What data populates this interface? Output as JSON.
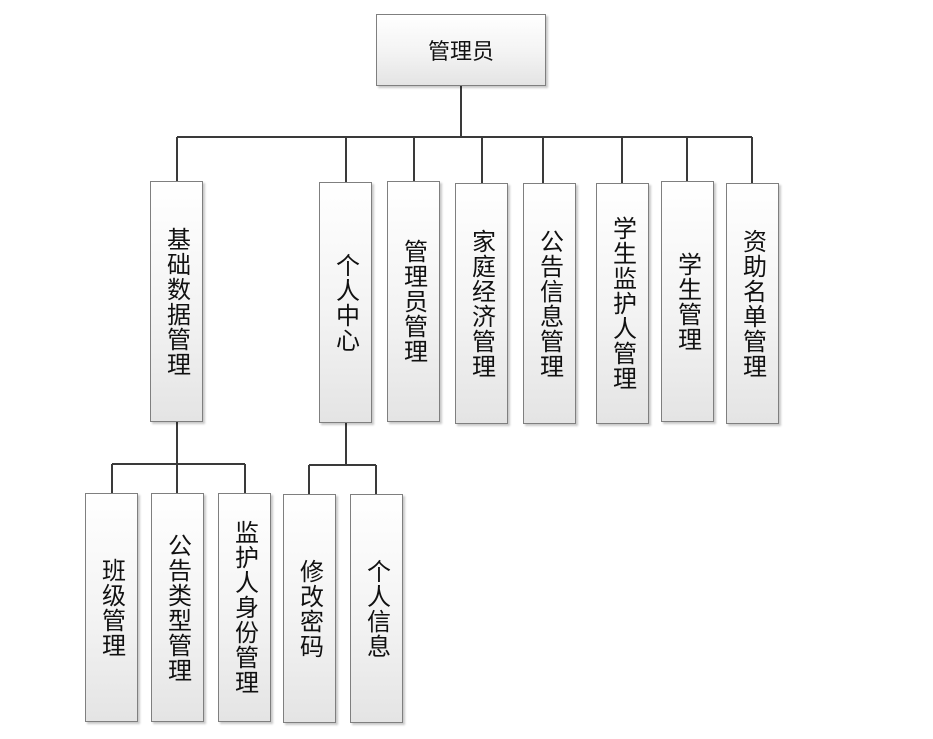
{
  "root": {
    "label": "管理员"
  },
  "modules": [
    {
      "label": "基础数据管理",
      "children": [
        {
          "label": "班级管理"
        },
        {
          "label": "公告类型管理"
        },
        {
          "label": "监护人身份管理"
        }
      ]
    },
    {
      "label": "个人中心",
      "children": [
        {
          "label": "修改密码"
        },
        {
          "label": "个人信息"
        }
      ]
    },
    {
      "label": "管理员管理"
    },
    {
      "label": "家庭经济管理"
    },
    {
      "label": "公告信息管理"
    },
    {
      "label": "学生监护人管理"
    },
    {
      "label": "学生管理"
    },
    {
      "label": "资助名单管理"
    }
  ],
  "colors": {
    "line": "#3a3a3a",
    "border": "#7f7f7f"
  }
}
